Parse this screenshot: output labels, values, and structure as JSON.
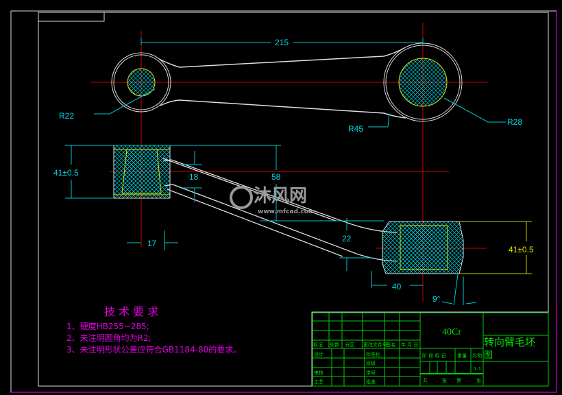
{
  "drawing": {
    "title": "转向臂毛坯图",
    "title_line1": "转向臂毛坯",
    "title_line2": "图",
    "material": "40Cr",
    "scale": "1:1"
  },
  "dimensions": {
    "center_distance": "215",
    "r_small": "R22",
    "r_large": "R28",
    "r_arm": "R45",
    "left_height": "41±0.5",
    "right_height": "41±0.5",
    "offset_58": "58",
    "arm_18": "18",
    "arm_22": "22",
    "width_17": "17",
    "width_40": "40",
    "draft_angle": "9°"
  },
  "tech_requirements": {
    "heading": "技 术 要 求",
    "items": [
      "1、硬度HB255~285;",
      "2、未注明圆角均为R2;",
      "3、未注明形状公差应符合GB1184-80的要求。"
    ]
  },
  "title_block": {
    "labels": {
      "mark": "标记",
      "count": "处数",
      "zone": "分区",
      "doc_no": "更改文件号",
      "sign": "签名",
      "date": "年 月 日",
      "design": "设计",
      "standard": "标准化",
      "review": "审核",
      "process": "工艺",
      "class": "班级",
      "student_no": "学号",
      "approve": "批准",
      "stage": "阶 段 标 记",
      "weight": "重量",
      "scale_label": "比例",
      "total": "共",
      "sheets": "张",
      "page": "第",
      "sheet": "张"
    }
  },
  "watermark": {
    "name": "沐风网",
    "url": "www.mfcad.com"
  }
}
